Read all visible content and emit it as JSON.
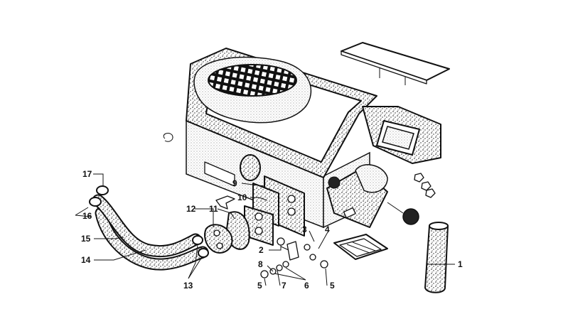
{
  "diagram": {
    "callouts": [
      "1",
      "2",
      "3",
      "4",
      "5",
      "5",
      "6",
      "7",
      "8",
      "9",
      "10",
      "11",
      "12",
      "13",
      "14",
      "15",
      "16",
      "17"
    ],
    "colors": {
      "ink": "#111111",
      "paper": "#ffffff"
    }
  }
}
